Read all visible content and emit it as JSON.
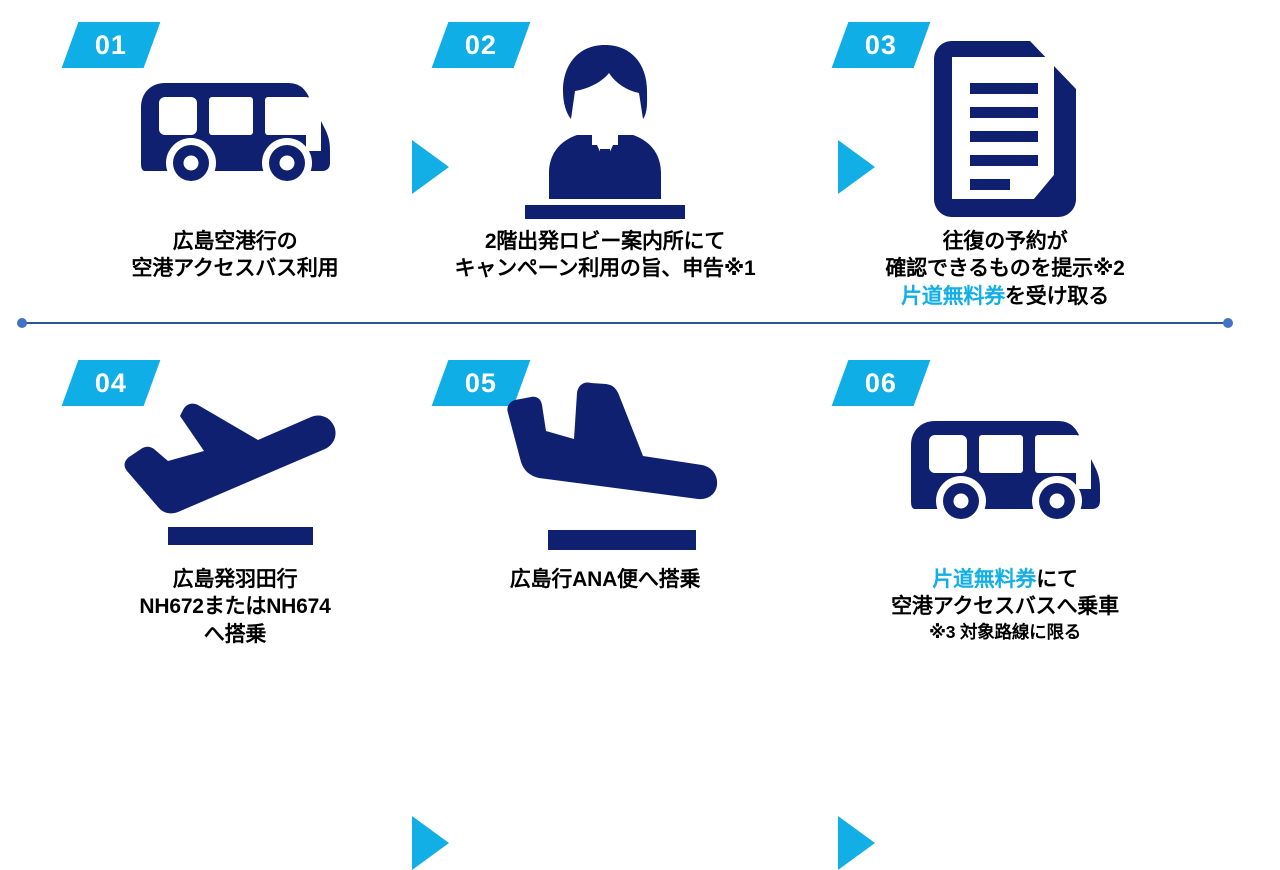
{
  "colors": {
    "accent_cyan": "#10AEE6",
    "icon_navy": "#0F2071",
    "divider_blue": "#4472C4",
    "text_black": "#000000"
  },
  "steps": [
    {
      "number": "01",
      "icon": "bus-icon",
      "caption_lines": [
        {
          "text": "広島空港行の",
          "highlight": false,
          "small": false
        },
        {
          "text": "空港アクセスバス利用",
          "highlight": false,
          "small": false
        }
      ]
    },
    {
      "number": "02",
      "icon": "information-desk-staff-icon",
      "caption_lines": [
        {
          "text": "2階出発ロビー案内所にて",
          "highlight": false,
          "small": false
        },
        {
          "text": "キャンペーン利用の旨、申告※1",
          "highlight": false,
          "small": false
        }
      ]
    },
    {
      "number": "03",
      "icon": "document-icon",
      "caption_lines": [
        {
          "text": "往復の予約が",
          "highlight": false,
          "small": false
        },
        {
          "text": "確認できるものを提示※2",
          "highlight": false,
          "small": false
        },
        {
          "text": "片道無料券",
          "highlight": true,
          "small": false,
          "suffix": "を受け取る"
        }
      ]
    },
    {
      "number": "04",
      "icon": "airplane-departure-icon",
      "caption_lines": [
        {
          "text": "広島発羽田行",
          "highlight": false,
          "small": false
        },
        {
          "text": "NH672またはNH674",
          "highlight": false,
          "small": false
        },
        {
          "text": "へ搭乗",
          "highlight": false,
          "small": false
        }
      ]
    },
    {
      "number": "05",
      "icon": "airplane-arrival-icon",
      "caption_lines": [
        {
          "text": "広島行ANA便へ搭乗",
          "highlight": false,
          "small": false
        }
      ]
    },
    {
      "number": "06",
      "icon": "bus-icon",
      "caption_lines": [
        {
          "text": "片道無料券",
          "highlight": true,
          "small": false,
          "suffix": "にて"
        },
        {
          "text": "空港アクセスバスへ乗車",
          "highlight": false,
          "small": false
        },
        {
          "text": "※3  対象路線に限る",
          "highlight": false,
          "small": true
        }
      ]
    }
  ],
  "arrows": {
    "glyph": "triangle-right",
    "count": 4
  },
  "divider": {
    "endpoint_style": "dot"
  },
  "captions_flat": {
    "s1l1": "広島空港行の",
    "s1l2": "空港アクセスバス利用",
    "s2l1": "2階出発ロビー案内所にて",
    "s2l2": "キャンペーン利用の旨、申告※1",
    "s3l1": "往復の予約が",
    "s3l2": "確認できるものを提示※2",
    "s3l3a": "片道無料券",
    "s3l3b": "を受け取る",
    "s4l1": "広島発羽田行",
    "s4l2": "NH672またはNH674",
    "s4l3": "へ搭乗",
    "s5l1": "広島行ANA便へ搭乗",
    "s6l1a": "片道無料券",
    "s6l1b": "にて",
    "s6l2": "空港アクセスバスへ乗車",
    "s6l3": "※3  対象路線に限る"
  },
  "badges": {
    "b1": "01",
    "b2": "02",
    "b3": "03",
    "b4": "04",
    "b5": "05",
    "b6": "06"
  }
}
